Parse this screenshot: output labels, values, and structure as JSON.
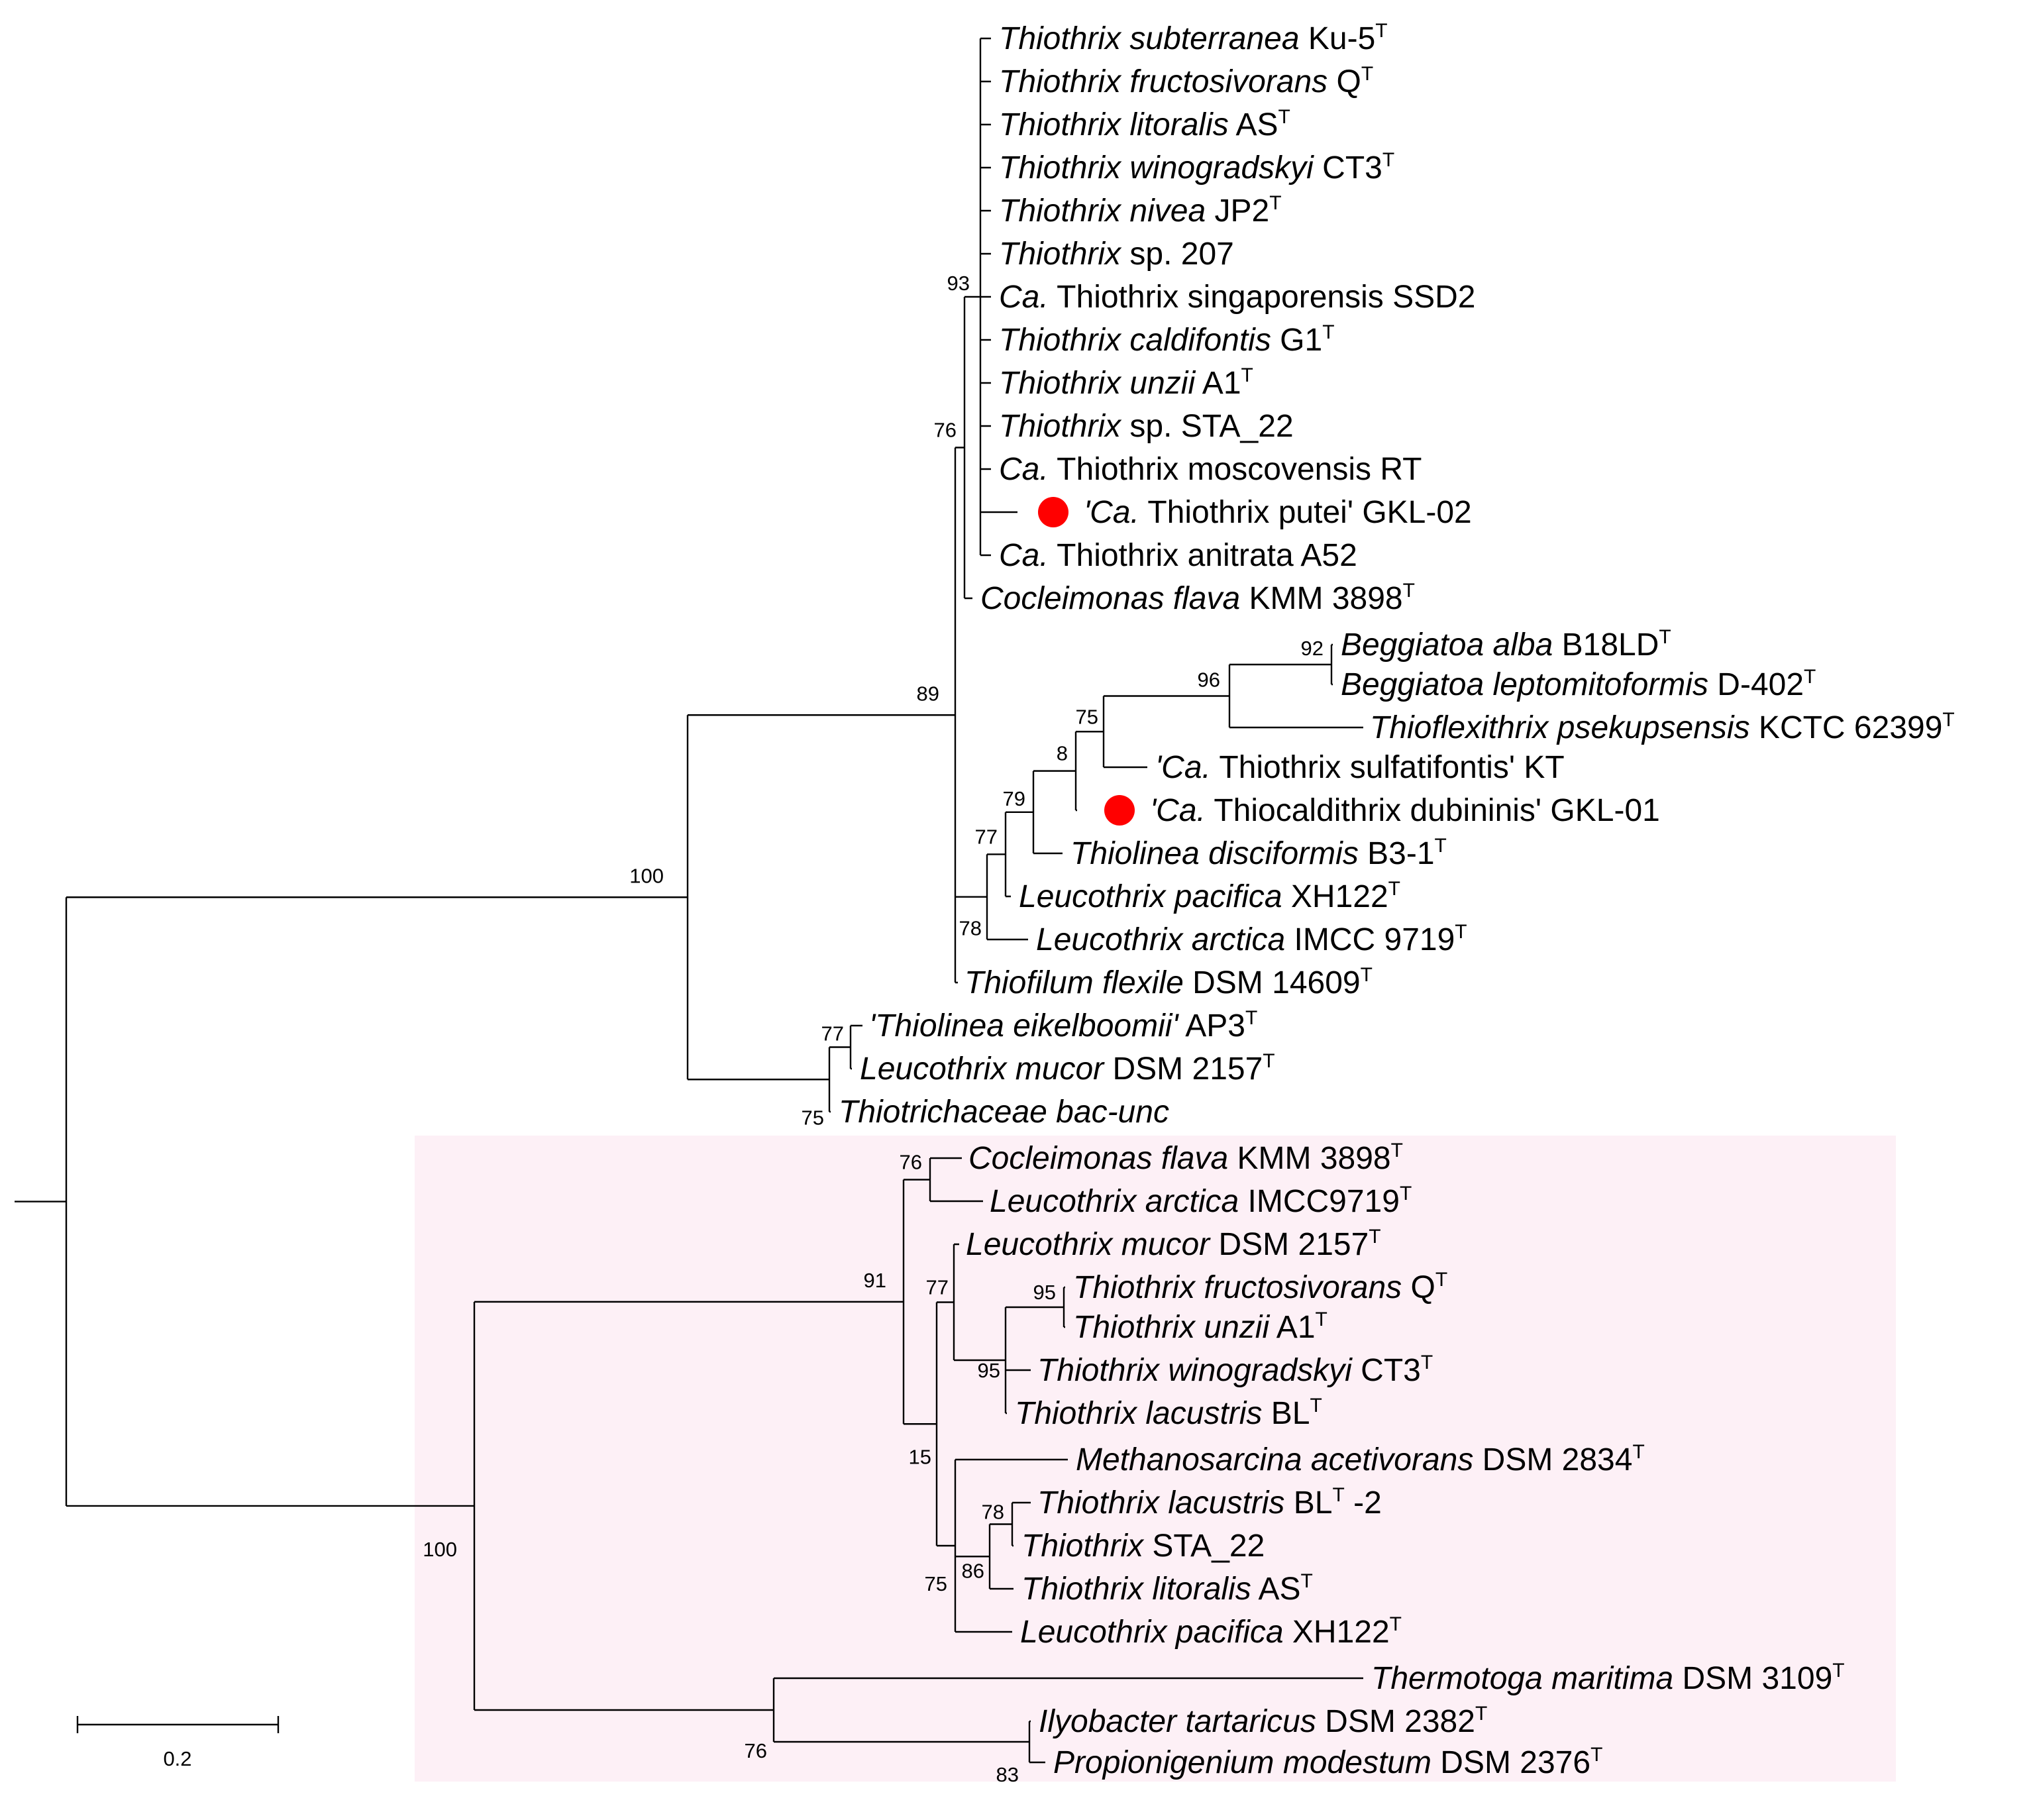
{
  "colors": {
    "marker": "#ff0000",
    "highlight_bg": "#fdf0f6",
    "line": "#000000"
  },
  "scale_bar": {
    "label": "0.2",
    "value": 0.2
  },
  "leaves": [
    {
      "id": "t_subterranea",
      "italic": "Thiothrix subterranea",
      "rest": " Ku-5",
      "sup": "T"
    },
    {
      "id": "t_fructosivorans",
      "italic": "Thiothrix fructosivorans",
      "rest": " Q",
      "sup": "T"
    },
    {
      "id": "t_litoralis",
      "italic": "Thiothrix litoralis",
      "rest": " AS",
      "sup": "T"
    },
    {
      "id": "t_winogradskyi",
      "italic": "Thiothrix winogradskyi",
      "rest": " CT3",
      "sup": "T"
    },
    {
      "id": "t_nivea",
      "italic": "Thiothrix nivea",
      "rest": " JP2",
      "sup": "T"
    },
    {
      "id": "t_sp207",
      "italic": "Thiothrix",
      "rest": " sp. 207",
      "sup": ""
    },
    {
      "id": "t_singaporensis",
      "italic": "Ca.",
      "rest": " Thiothrix singaporensis SSD2",
      "sup": ""
    },
    {
      "id": "t_caldifontis",
      "italic": "Thiothrix caldifontis",
      "rest": " G1",
      "sup": "T"
    },
    {
      "id": "t_unzii",
      "italic": "Thiothrix unzii",
      "rest": " A1",
      "sup": "T"
    },
    {
      "id": "t_sta22",
      "italic": "Thiothrix",
      "rest": " sp. STA_22",
      "sup": ""
    },
    {
      "id": "t_moscovensis",
      "italic": "Ca.",
      "rest": " Thiothrix moscovensis RT",
      "sup": ""
    },
    {
      "id": "t_putei",
      "pre": "'",
      "italic": "Ca.",
      "rest": " Thiothrix putei' GKL-02",
      "sup": "",
      "marker": true
    },
    {
      "id": "t_anitrata",
      "italic": "Ca.",
      "rest": " Thiothrix anitrata  A52",
      "sup": ""
    },
    {
      "id": "c_flava",
      "italic": "Cocleimonas flava",
      "rest": " KMM 3898",
      "sup": "T"
    },
    {
      "id": "b_alba",
      "italic": "Beggiatoa alba",
      "rest": " B18LD",
      "sup": "T"
    },
    {
      "id": "b_lepto",
      "italic": "Beggiatoa leptomitoformis",
      "rest": " D-402",
      "sup": "T"
    },
    {
      "id": "tf_psek",
      "italic": "Thioflexithrix psekupsensis",
      "rest": " KCTC 62399",
      "sup": "T"
    },
    {
      "id": "t_sulfatifontis",
      "pre": "'",
      "italic": "Ca.",
      "rest": " Thiothrix sulfatifontis' KT",
      "sup": ""
    },
    {
      "id": "tc_dubininis",
      "pre": "'",
      "italic": "Ca.",
      "rest": " Thiocaldithrix dubininis' GKL-01",
      "sup": "",
      "marker": true
    },
    {
      "id": "tl_disciformis",
      "italic": "Thiolinea disciformis",
      "rest": " B3-1",
      "sup": "T"
    },
    {
      "id": "l_pacifica",
      "italic": "Leucothrix pacifica",
      "rest": " XH122",
      "sup": "T"
    },
    {
      "id": "l_arctica",
      "italic": "Leucothrix arctica",
      "rest": " IMCC 9719",
      "sup": "T"
    },
    {
      "id": "tfil_flexile",
      "italic": "Thiofilum flexile",
      "rest": " DSM 14609",
      "sup": "T"
    },
    {
      "id": "tl_eikel",
      "italic": "'Thiolinea eikelboomii'",
      "rest": " AP3",
      "sup": "T"
    },
    {
      "id": "l_mucor",
      "italic": "Leucothrix mucor",
      "rest": " DSM 2157",
      "sup": "T"
    },
    {
      "id": "tt_bac",
      "italic": "Thiotrichaceae bac-unc",
      "rest": "",
      "sup": ""
    },
    {
      "id": "p_cflava",
      "italic": "Cocleimonas flava",
      "rest": " KMM 3898",
      "sup": "T"
    },
    {
      "id": "p_larctica",
      "italic": "Leucothrix arctica",
      "rest": " IMCC9719",
      "sup": "T"
    },
    {
      "id": "p_lmucor",
      "italic": "Leucothrix mucor",
      "rest": " DSM 2157",
      "sup": "T"
    },
    {
      "id": "p_tfructo",
      "italic": "Thiothrix fructosivorans",
      "rest": " Q",
      "sup": "T"
    },
    {
      "id": "p_tunzii",
      "italic": "Thiothrix unzii",
      "rest": " A1",
      "sup": "T"
    },
    {
      "id": "p_twino",
      "italic": "Thiothrix winogradskyi",
      "rest": " CT3",
      "sup": "T"
    },
    {
      "id": "p_tlacus",
      "italic": "Thiothrix lacustris",
      "rest": " BL",
      "sup": "T"
    },
    {
      "id": "p_methano",
      "italic": "Methanosarcina acetivorans",
      "rest": " DSM 2834",
      "sup": "T"
    },
    {
      "id": "p_tlacus2",
      "italic": "Thiothrix lacustris",
      "rest": " BL",
      "sup": "T",
      "post": " -2"
    },
    {
      "id": "p_tsta",
      "italic": "Thiothrix",
      "rest": " STA_22",
      "sup": ""
    },
    {
      "id": "p_tlitor",
      "italic": "Thiothrix litoralis",
      "rest": " AS",
      "sup": "T"
    },
    {
      "id": "p_lpacif",
      "italic": "Leucothrix pacifica",
      "rest": " XH122",
      "sup": "T"
    },
    {
      "id": "p_thermo",
      "italic": "Thermotoga maritima",
      "rest": " DSM 3109",
      "sup": "T"
    },
    {
      "id": "p_ilyo",
      "italic": "Ilyobacter tartaricus",
      "rest": " DSM 2382",
      "sup": "T"
    },
    {
      "id": "p_propio",
      "italic": "Propionigenium modestum",
      "rest": " DSM 2376",
      "sup": "T"
    }
  ],
  "bootstraps": [
    {
      "node": "thiothrix_clade",
      "value": "93"
    },
    {
      "node": "cocleimonas_join",
      "value": "76"
    },
    {
      "node": "ingroup_main",
      "value": "89"
    },
    {
      "node": "top_root",
      "value": "100"
    },
    {
      "node": "beggiatoa_pair",
      "value": "92"
    },
    {
      "node": "beggiatoa_thioflexithrix",
      "value": "96"
    },
    {
      "node": "sulfatifontis_join",
      "value": "75"
    },
    {
      "node": "dubininis_join",
      "value": "8"
    },
    {
      "node": "disciformis_join",
      "value": "79"
    },
    {
      "node": "pacifica_join",
      "value": "77"
    },
    {
      "node": "arctica_join",
      "value": "78"
    },
    {
      "node": "eikelboomii_mucor",
      "value": "77"
    },
    {
      "node": "bac_unc_join",
      "value": "75"
    },
    {
      "node": "p_cocleimonas_arctica",
      "value": "76"
    },
    {
      "node": "p_upper",
      "value": "91"
    },
    {
      "node": "p_mucor_join",
      "value": "77"
    },
    {
      "node": "p_fructo_unzii",
      "value": "95"
    },
    {
      "node": "p_lacustris_join",
      "value": "95"
    },
    {
      "node": "p_mid",
      "value": "15"
    },
    {
      "node": "p_lacus2_sta",
      "value": "78"
    },
    {
      "node": "p_litoralis_join",
      "value": "86"
    },
    {
      "node": "p_pacifica_join",
      "value": "75"
    },
    {
      "node": "bottom_root",
      "value": "100"
    },
    {
      "node": "p_outgroup",
      "value": "76"
    },
    {
      "node": "p_ilyo_propio",
      "value": "83"
    }
  ]
}
